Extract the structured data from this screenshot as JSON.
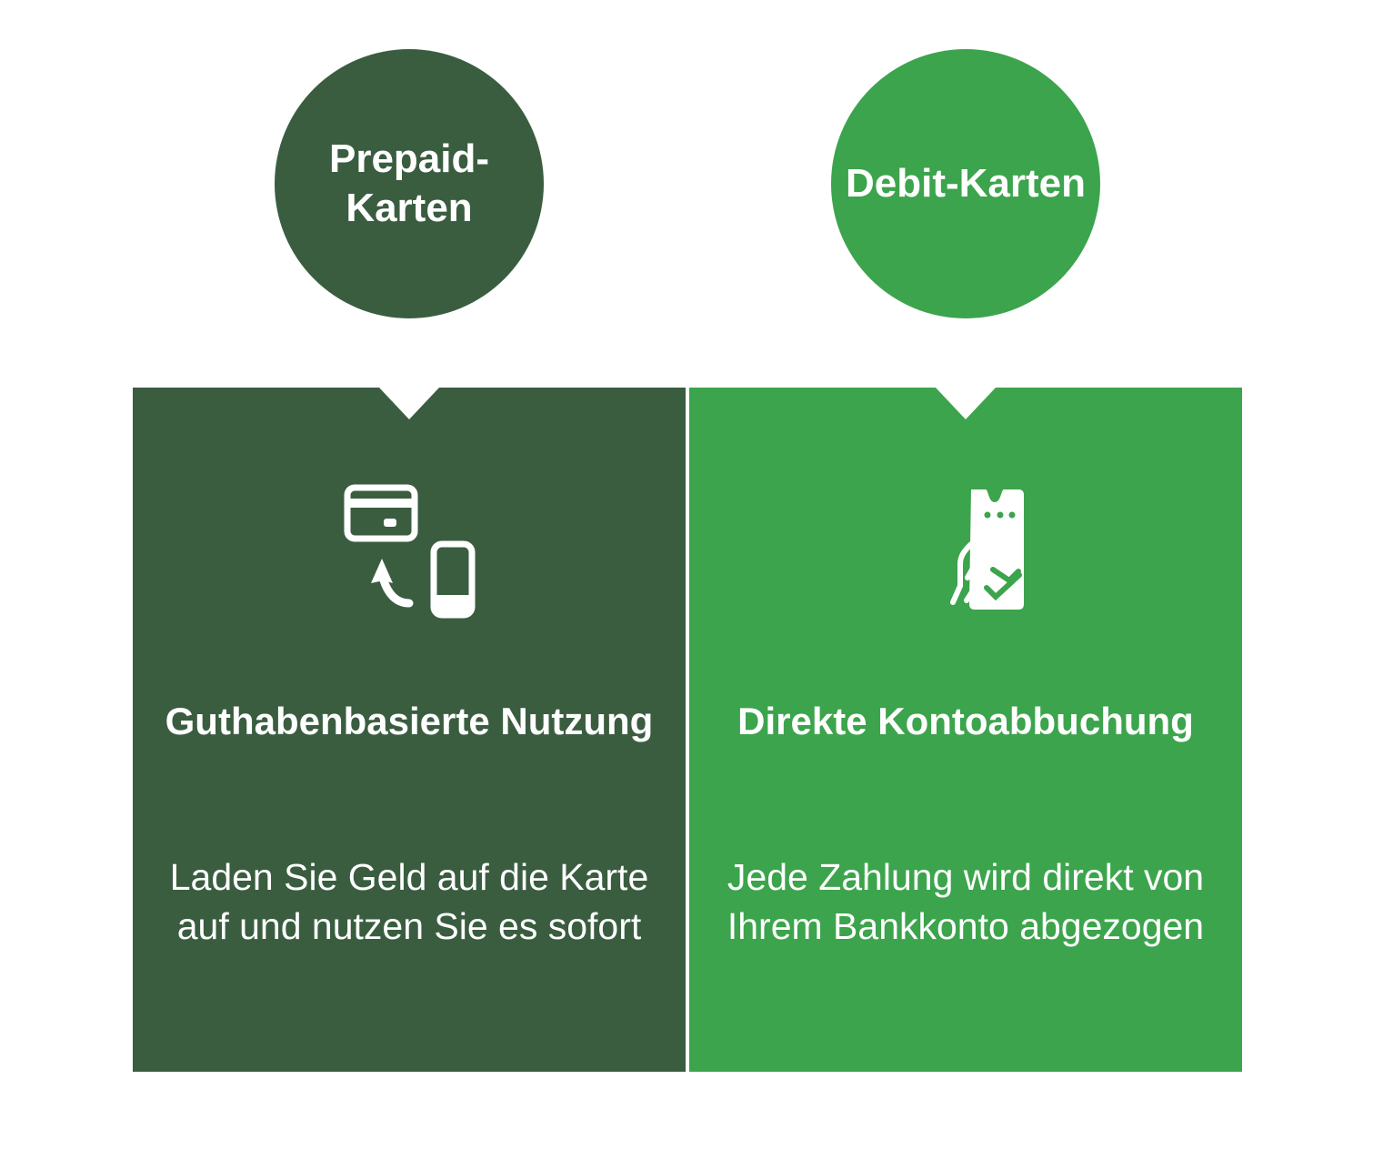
{
  "colors": {
    "dark": "#3a5d40",
    "light": "#3ca44c"
  },
  "columns": [
    {
      "heading": "Prepaid-Karten",
      "icon": "card-to-phone-icon",
      "title": "Guthabenbasierte Nutzung",
      "description": "Laden Sie Geld auf die Karte auf und nutzen Sie es sofort"
    },
    {
      "heading": "Debit-Karten",
      "icon": "hand-holding-ticket-icon",
      "title": "Direkte Kontoabbuchung",
      "description": "Jede Zahlung wird direkt von Ihrem Bankkonto abgezogen"
    }
  ]
}
